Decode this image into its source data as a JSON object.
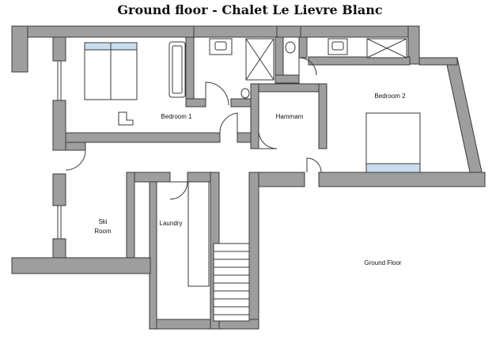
{
  "title": "Ground floor - Chalet Le Lievre Blanc",
  "rooms": {
    "bedroom1": "Bedroom 1",
    "bedroom2": "Bedroom 2",
    "hammam": "Hammam",
    "ski_room_line1": "Ski",
    "ski_room_line2": "Room",
    "laundry": "Laundry",
    "ground_floor": "Ground Floor"
  },
  "colors": {
    "wall": "#9e9e9e",
    "outline": "#3a3a3a",
    "pillow": "#c9ddef",
    "fixture": "#ffffff"
  }
}
